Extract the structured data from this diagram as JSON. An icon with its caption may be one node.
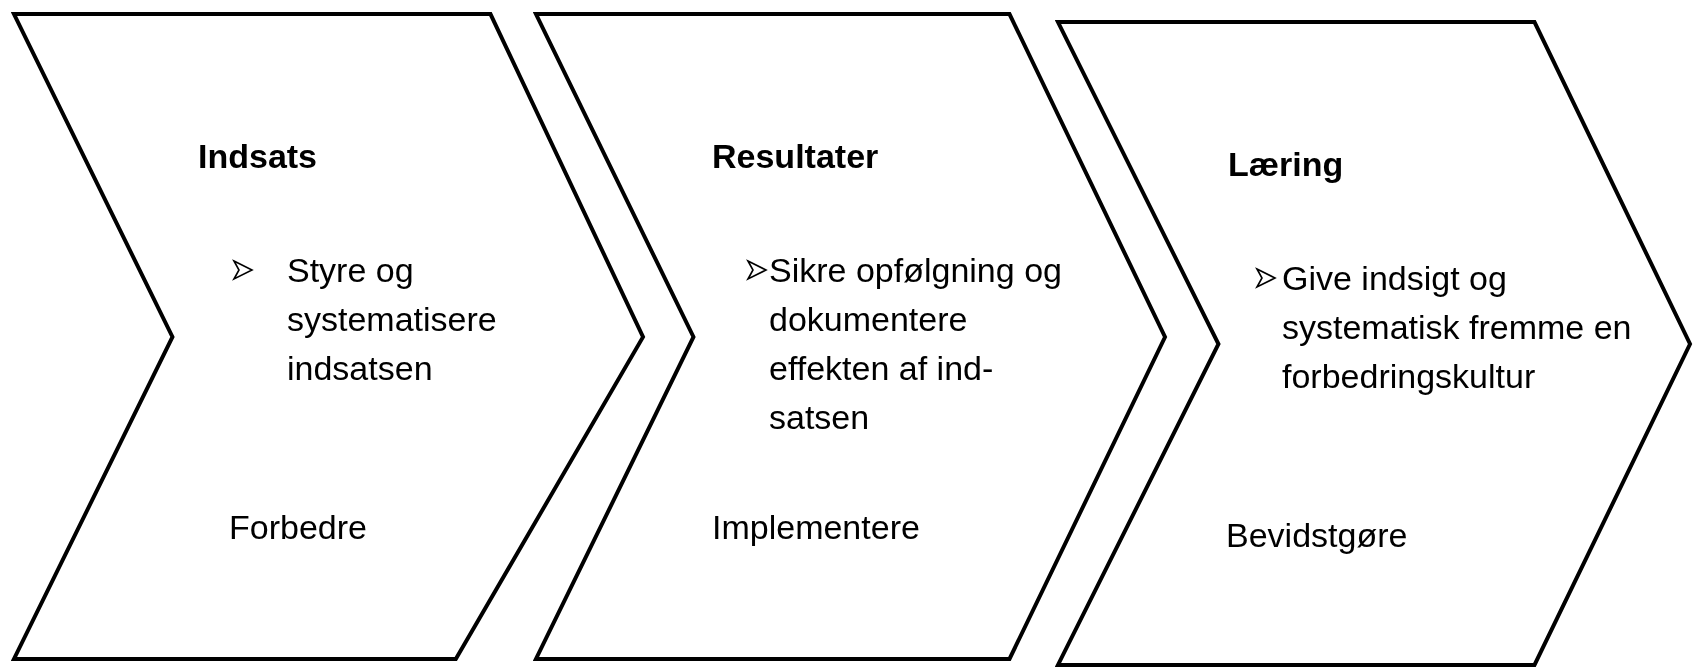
{
  "diagram": {
    "nodes": [
      {
        "text": [
          "Indsats",
          "Styre og systematisere indsatsen",
          "Forbedre"
        ]
      },
      {
        "text": [
          "Resultater",
          "Sikre opfølgning og dokumentere effekten af ind-satsen",
          "Implementere"
        ]
      },
      {
        "text": [
          "Læring",
          "Give indsigt og systematisk fremme en forbedringskultur",
          "Bevidstgøre"
        ]
      }
    ]
  }
}
